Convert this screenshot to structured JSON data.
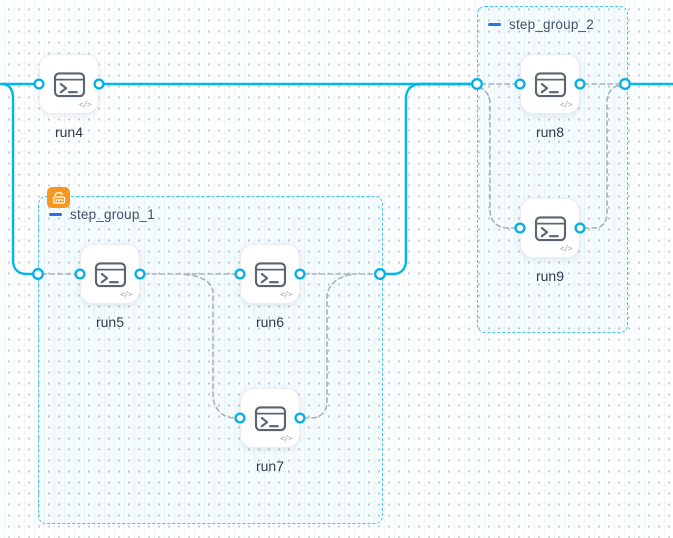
{
  "canvas": {
    "type": "workflow-dag-editor"
  },
  "nodes": {
    "run4": {
      "label": "run4",
      "icon": "terminal-icon"
    },
    "run5": {
      "label": "run5",
      "icon": "terminal-icon"
    },
    "run6": {
      "label": "run6",
      "icon": "terminal-icon"
    },
    "run7": {
      "label": "run7",
      "icon": "terminal-icon"
    },
    "run8": {
      "label": "run8",
      "icon": "terminal-icon"
    },
    "run9": {
      "label": "run9",
      "icon": "terminal-icon"
    }
  },
  "groups": {
    "step_group_1": {
      "label": "step_group_1",
      "collapse": "minus",
      "badge": "loop-over-items-badge"
    },
    "step_group_2": {
      "label": "step_group_2",
      "collapse": "minus"
    }
  },
  "icons": {
    "code_badge_glyph": "</>",
    "node_icon_name": "terminal-icon",
    "group1_badge_name": "loop-over-items-badge",
    "collapse_icon_name": "minus-icon"
  },
  "colors": {
    "edge_active": "#00b8e8",
    "edge_dashed": "#a9b1bd",
    "group_border": "#41c5ef",
    "group_fill": "rgba(0,184,232,0.035)",
    "collapse_blue": "#2e6fe8",
    "badge_orange": "#f9961d",
    "node_icon_stroke": "#5b6472",
    "node_label_text": "#313b4d",
    "group_label_text": "#42506b"
  }
}
